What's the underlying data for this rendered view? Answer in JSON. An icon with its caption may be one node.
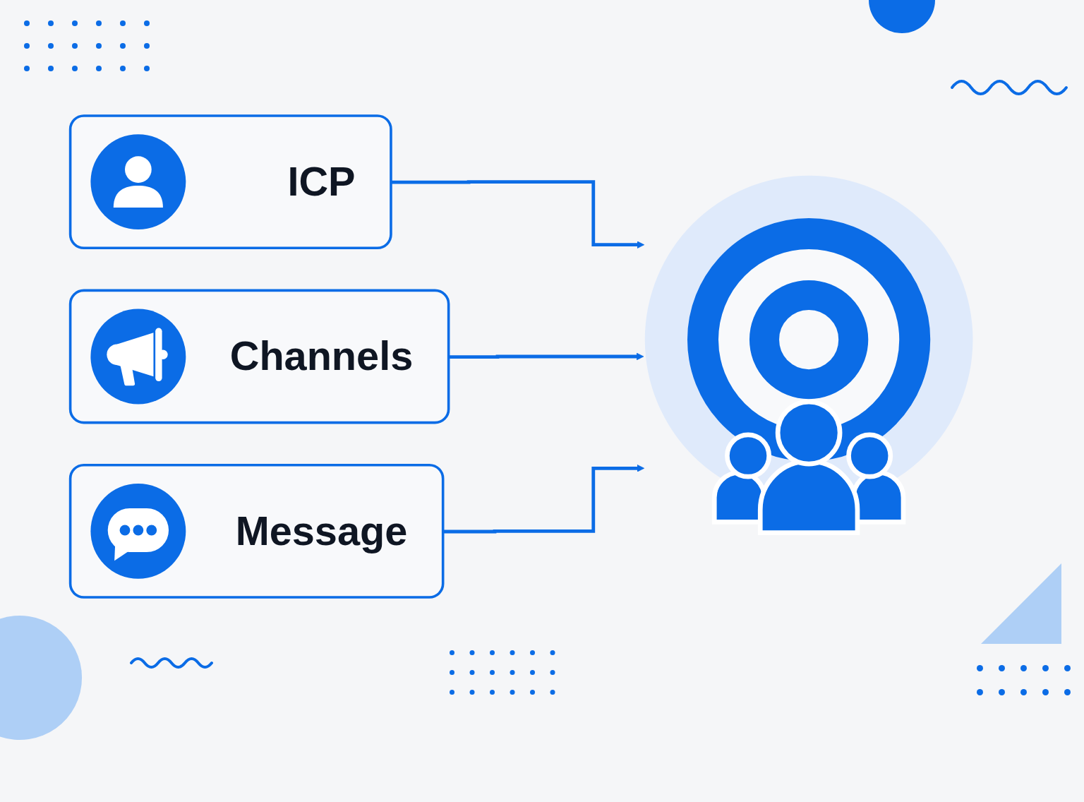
{
  "diagram": {
    "nodes": [
      {
        "text": [
          "ICP"
        ]
      },
      {
        "text": [
          "Channels"
        ]
      },
      {
        "text": [
          "Message"
        ]
      },
      {
        "text": [],
        "shape": "picture"
      }
    ],
    "edges": [
      {
        "from": 0,
        "to": 3,
        "arrow": "to"
      },
      {
        "from": 1,
        "to": 3,
        "arrow": "to"
      },
      {
        "from": 2,
        "to": 3,
        "arrow": "to"
      }
    ]
  }
}
